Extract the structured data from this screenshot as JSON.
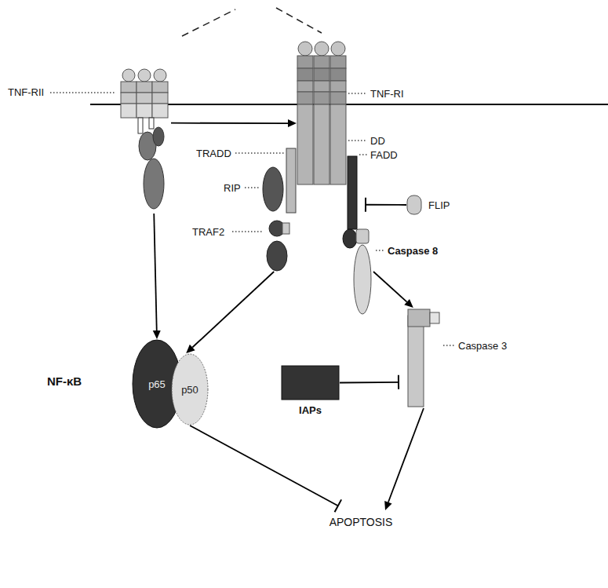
{
  "diagram": {
    "nodes": [
      {
        "text": [
          "TNF-RII"
        ]
      },
      {
        "text": [
          "TNF-RI"
        ]
      },
      {
        "text": [
          "TRADD"
        ]
      },
      {
        "text": [
          "FADD"
        ]
      },
      {
        "text": [
          "RIP"
        ]
      },
      {
        "text": [
          "FLIP"
        ]
      },
      {
        "text": [
          "TRAF2"
        ]
      },
      {
        "text": [
          "Caspase 8"
        ]
      },
      {
        "text": [
          "Caspase 3"
        ]
      },
      {
        "text": [
          "p65"
        ]
      },
      {
        "text": [
          "p50"
        ]
      },
      {
        "text": [
          "IAPs"
        ]
      },
      {
        "text": [
          "APOPTOSIS"
        ]
      }
    ],
    "edges": [
      {
        "from": 0,
        "to": 1,
        "arrow": "to"
      },
      {
        "from": 6,
        "to": 10,
        "arrow": "to"
      },
      {
        "from": 0,
        "to": 9,
        "arrow": "to"
      },
      {
        "from": 7,
        "to": 8,
        "arrow": "to"
      },
      {
        "from": 5,
        "to": 3,
        "arrow": "to"
      },
      {
        "from": 11,
        "to": 8,
        "arrow": "to"
      },
      {
        "from": 10,
        "to": 12,
        "arrow": "to"
      },
      {
        "from": 8,
        "to": 12,
        "arrow": "to"
      }
    ],
    "labels": [
      "DD",
      "NF-κB"
    ]
  }
}
